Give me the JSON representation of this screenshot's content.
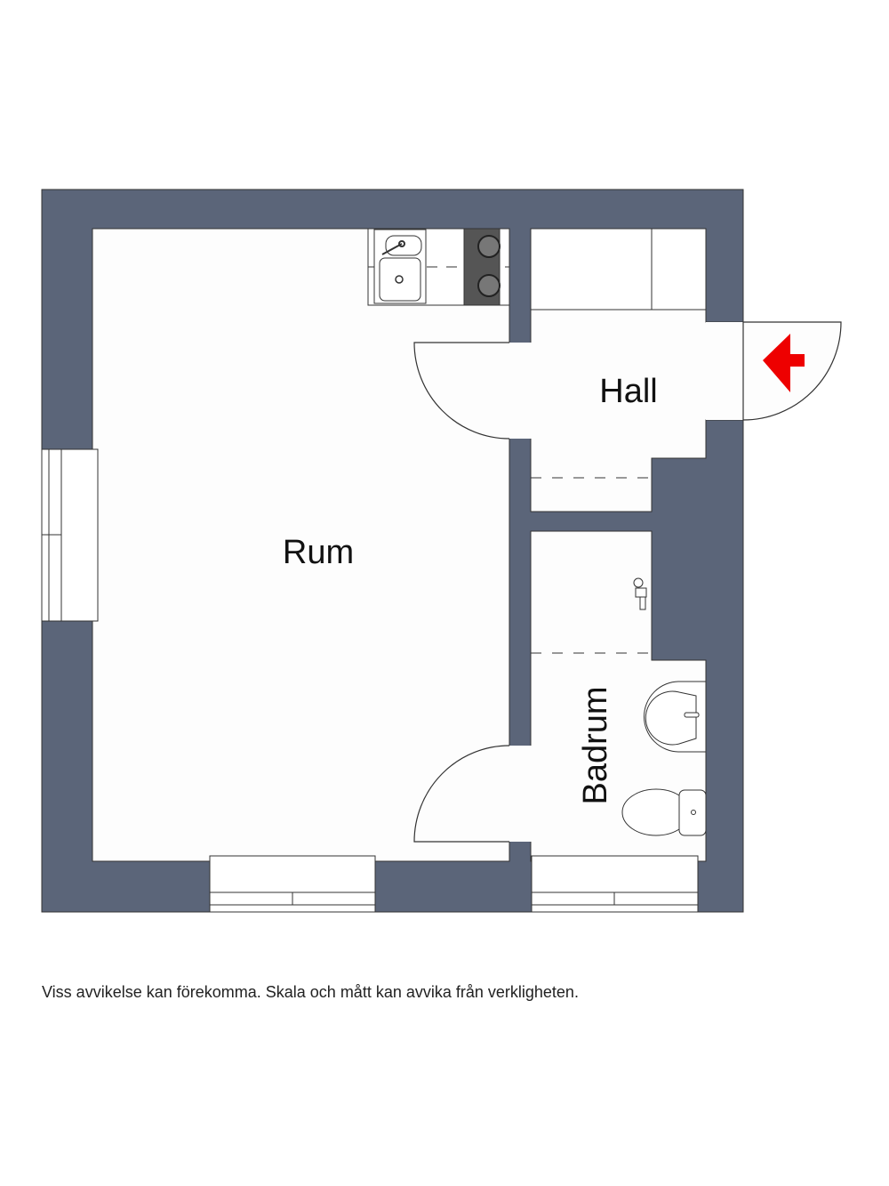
{
  "rooms": {
    "rum": "Rum",
    "hall": "Hall",
    "badrum": "Badrum"
  },
  "disclaimer": "Viss avvikelse kan förekomma. Skala och mått kan avvika från verkligheten.",
  "colors": {
    "wall": "#5b6579",
    "floor": "#fdfdfd",
    "entrance_arrow": "#ee0000"
  },
  "icons": {
    "entrance": "entrance-arrow-icon",
    "sink": "kitchen-sink-icon",
    "stove": "stove-icon",
    "washbasin": "washbasin-icon",
    "toilet": "toilet-icon",
    "shower": "shower-icon"
  }
}
